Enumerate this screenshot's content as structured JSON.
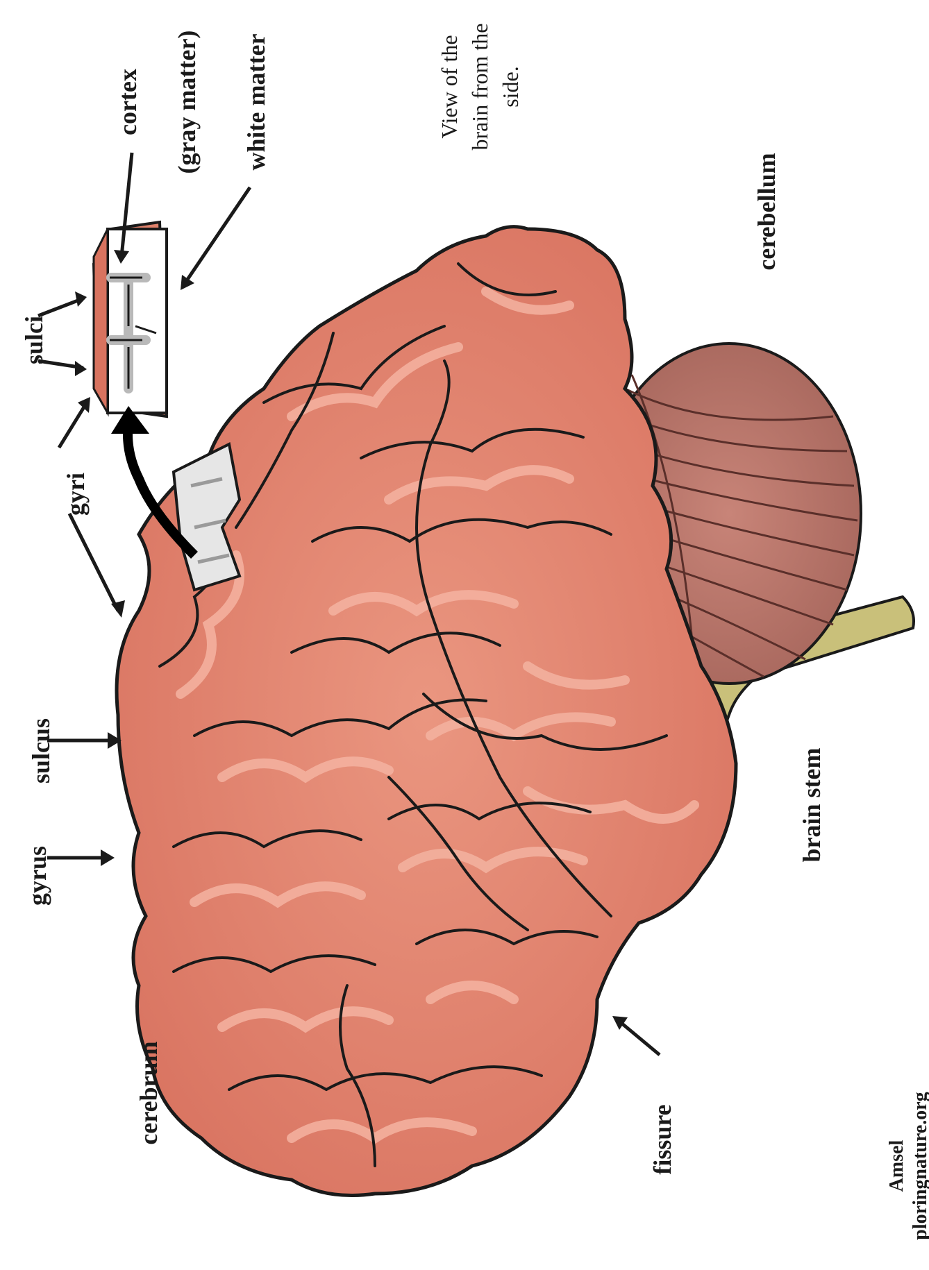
{
  "labels": {
    "cortex": "cortex",
    "gray_matter": "(gray matter)",
    "white_matter": "white matter",
    "view_line1": "View of the",
    "view_line2": "brain from the",
    "view_line3": "side.",
    "sulci": "sulci",
    "gyri": "gyri",
    "sulcus": "sulcus",
    "gyrus": "gyrus",
    "cerebrum": "cerebrum",
    "cerebellum": "cerebellum",
    "brain_stem": "brain stem",
    "fissure": "fissure"
  },
  "credit": {
    "line1": "Amsel",
    "line2": "ploringnature.org"
  },
  "colors": {
    "cerebrum": "#e0826c",
    "cerebrum_highlight": "#f2aa96",
    "cerebellum": "#b77268",
    "brain_stem": "#c9c07a",
    "outline": "#1a1a1a",
    "white_matter": "#ffffff",
    "gray_matter": "#b9b9b9"
  }
}
